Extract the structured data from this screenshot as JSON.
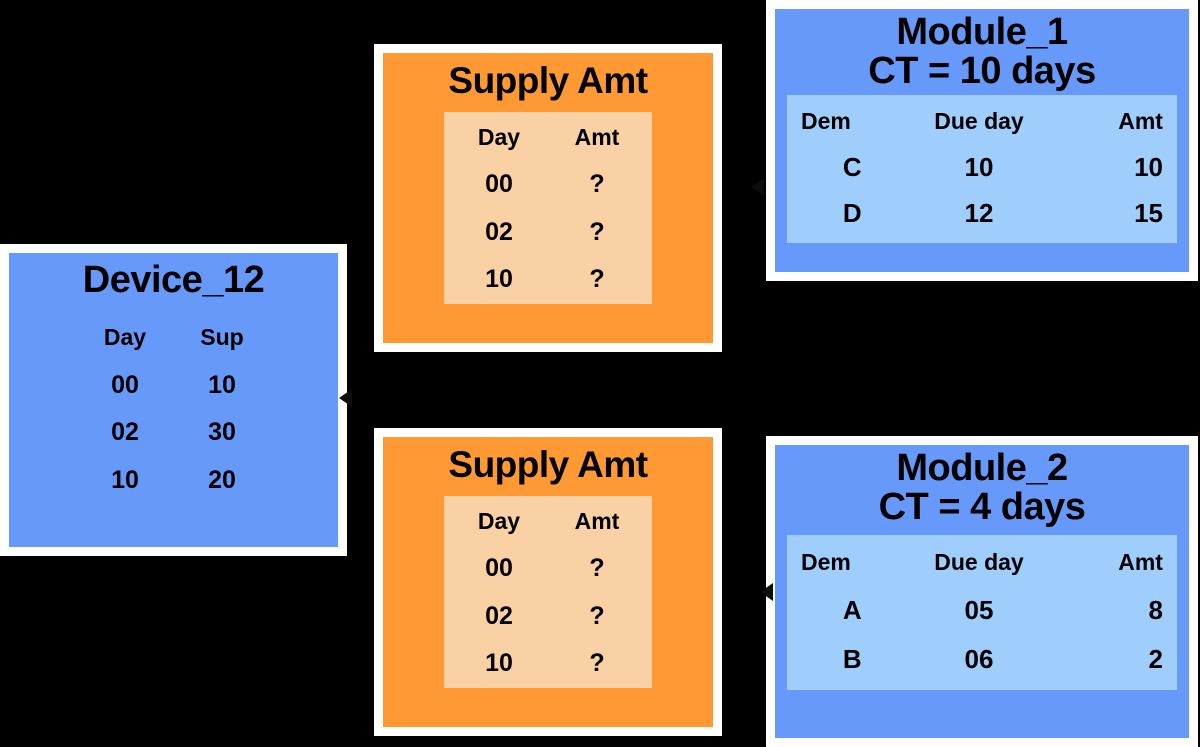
{
  "diagram": {
    "background_color": "#000000",
    "palette": {
      "blue": "#6699fa",
      "orange": "#ff9933",
      "light_blue": "#9fcdfc",
      "light_peach": "#fad0a5",
      "border": "#ffffff",
      "text": "#000000"
    },
    "nodes": {
      "device": {
        "title": "Device_12",
        "table": {
          "headers": [
            "Day",
            "Sup"
          ],
          "rows": [
            [
              "00",
              "10"
            ],
            [
              "02",
              "30"
            ],
            [
              "10",
              "20"
            ]
          ]
        }
      },
      "supply_1": {
        "title": "Supply Amt",
        "table": {
          "headers": [
            "Day",
            "Amt"
          ],
          "rows": [
            [
              "00",
              "?"
            ],
            [
              "02",
              "?"
            ],
            [
              "10",
              "?"
            ]
          ]
        }
      },
      "supply_2": {
        "title": "Supply Amt",
        "table": {
          "headers": [
            "Day",
            "Amt"
          ],
          "rows": [
            [
              "00",
              "?"
            ],
            [
              "02",
              "?"
            ],
            [
              "10",
              "?"
            ]
          ]
        }
      },
      "module_1": {
        "title": "Module_1\nCT = 10 days",
        "name": "Module_1",
        "cycle_time": "CT = 10 days",
        "table": {
          "headers": [
            "Dem",
            "Due day",
            "Amt"
          ],
          "rows": [
            [
              "C",
              "10",
              "10"
            ],
            [
              "D",
              "12",
              "15"
            ]
          ]
        }
      },
      "module_2": {
        "title": "Module_2\nCT = 4 days",
        "name": "Module_2",
        "cycle_time": "CT = 4 days",
        "table": {
          "headers": [
            "Dem",
            "Due day",
            "Amt"
          ],
          "rows": [
            [
              "A",
              "05",
              "8"
            ],
            [
              "B",
              "06",
              "2"
            ]
          ]
        }
      }
    },
    "connectors": [
      {
        "from": "supply_1",
        "to": "device",
        "direction": "left"
      },
      {
        "from": "module_1",
        "to": "supply_1",
        "direction": "left"
      },
      {
        "from": "module_2",
        "to": "supply_2",
        "direction": "left"
      }
    ]
  }
}
